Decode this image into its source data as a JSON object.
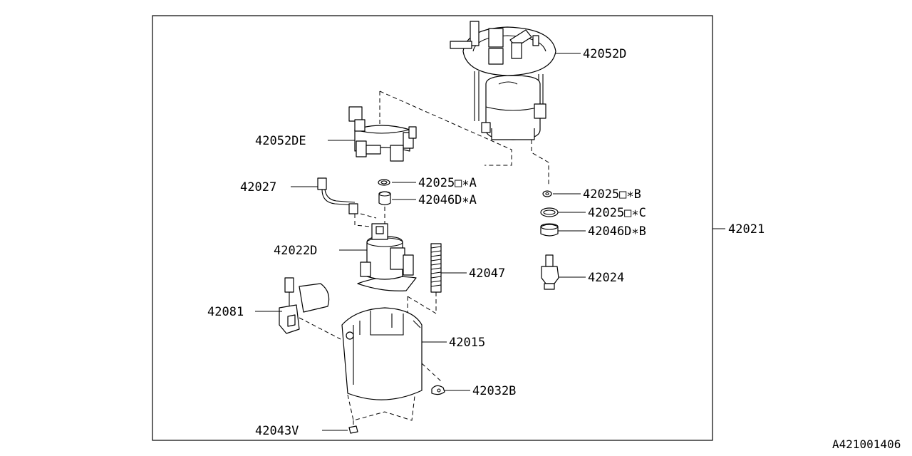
{
  "diagram": {
    "doc_id": "A421001406",
    "labels": {
      "p42052D": "42052D",
      "p42052DE": "42052DE",
      "p42025A": "42025□∗A",
      "p42027": "42027",
      "p42046DA": "42046D∗A",
      "p42025B": "42025□∗B",
      "p42025C": "42025□∗C",
      "p42046DB": "42046D∗B",
      "p42021": "42021",
      "p42022D": "42022D",
      "p42047": "42047",
      "p42024": "42024",
      "p42081": "42081",
      "p42015": "42015",
      "p42032B": "42032B",
      "p42043V": "42043V"
    }
  }
}
